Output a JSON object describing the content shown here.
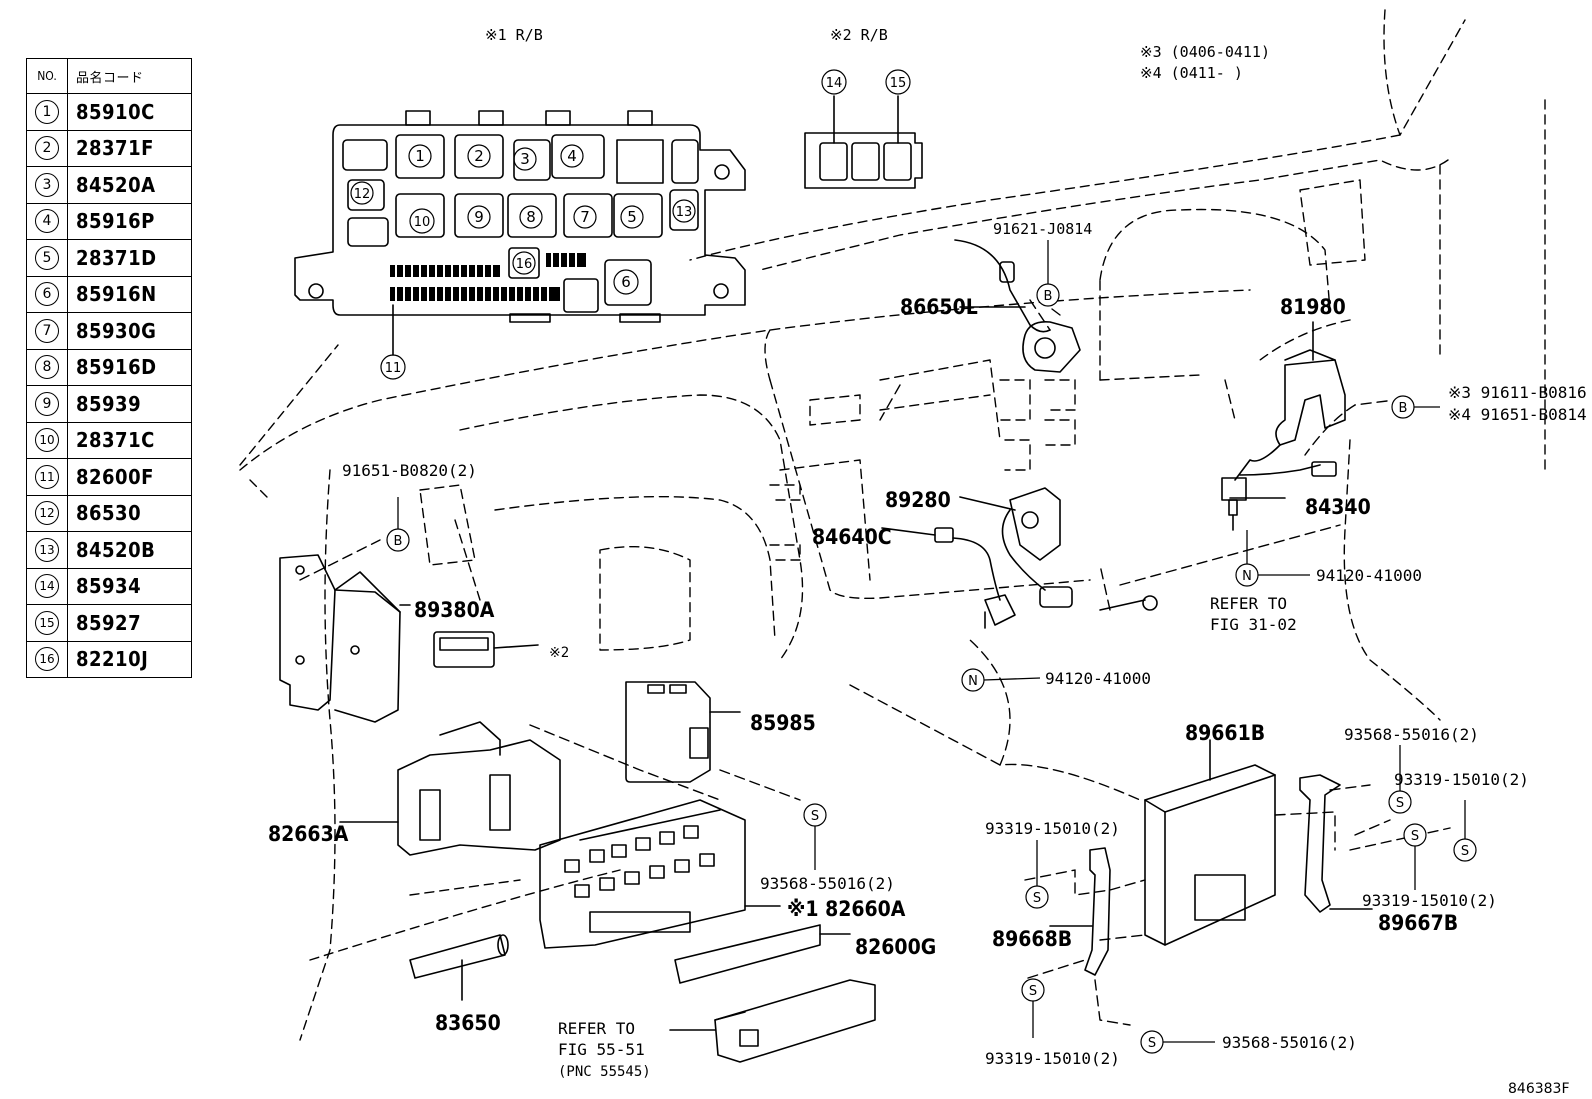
{
  "table": {
    "header_no": "NO.",
    "header_code": "品名コード",
    "rows": [
      {
        "no": "1",
        "code": "85910C"
      },
      {
        "no": "2",
        "code": "28371F"
      },
      {
        "no": "3",
        "code": "84520A"
      },
      {
        "no": "4",
        "code": "85916P"
      },
      {
        "no": "5",
        "code": "28371D"
      },
      {
        "no": "6",
        "code": "85916N"
      },
      {
        "no": "7",
        "code": "85930G"
      },
      {
        "no": "8",
        "code": "85916D"
      },
      {
        "no": "9",
        "code": "85939"
      },
      {
        "no": "10",
        "code": "28371C"
      },
      {
        "no": "11",
        "code": "82600F"
      },
      {
        "no": "12",
        "code": "86530"
      },
      {
        "no": "13",
        "code": "84520B"
      },
      {
        "no": "14",
        "code": "85934"
      },
      {
        "no": "15",
        "code": "85927"
      },
      {
        "no": "16",
        "code": "82210J"
      }
    ]
  },
  "headers": {
    "rb1": "※1 R/B",
    "rb2": "※2 R/B",
    "note3": "※3 (0406-0411)",
    "note4": "※4 (0411-     )"
  },
  "parts": {
    "p91621": "91621-J0814",
    "p86650L": "86650L",
    "p81980": "81980",
    "p91611": "※3 91611-B0816",
    "p91651b": "※4 91651-B0814",
    "p84340": "84340",
    "p94120a": "94120-41000",
    "refer1a": "REFER TO",
    "refer1b": "FIG 31-02",
    "p89280": "89280",
    "p84640C": "84640C",
    "p94120b": "94120-41000",
    "p91651": "91651-B0820(2)",
    "p89380A": "89380A",
    "star2": "※2",
    "p85985": "85985",
    "p82663A": "82663A",
    "p93568a": "93568-55016(2)",
    "p82660A": "※1 82660A",
    "p82600G": "82600G",
    "p83650": "83650",
    "refer2a": "REFER TO",
    "refer2b": "FIG 55-51",
    "refer2c": "(PNC 55545)",
    "p89661B": "89661B",
    "p93568b": "93568-55016(2)",
    "p93319a": "93319-15010(2)",
    "p93319b": "93319-15010(2)",
    "p93319c": "93319-15010(2)",
    "p93319d": "93319-15010(2)",
    "p89668B": "89668B",
    "p89667B": "89667B",
    "p93568c": "93568-55016(2)",
    "fig": "846383F"
  },
  "markers": {
    "B": "B",
    "N": "N",
    "S": "S"
  },
  "relay_box_numbers": [
    "1",
    "2",
    "3",
    "4",
    "5",
    "6",
    "7",
    "8",
    "9",
    "10",
    "11",
    "12",
    "13",
    "14",
    "15",
    "16"
  ]
}
